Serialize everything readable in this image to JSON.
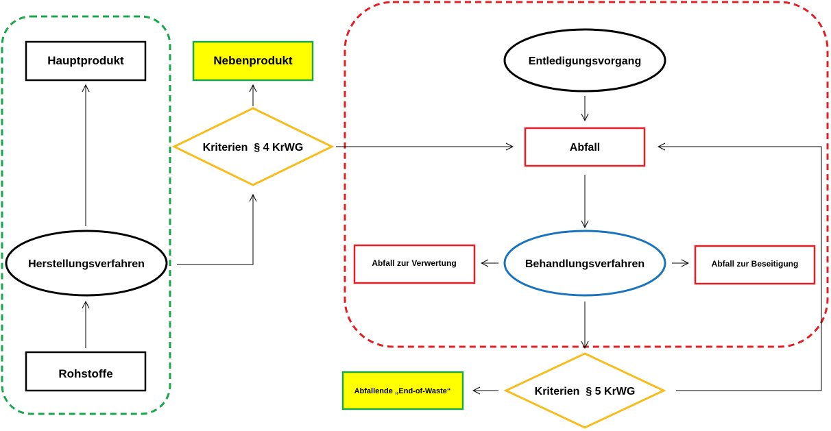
{
  "nodes": {
    "hauptprodukt": "Hauptprodukt",
    "nebenprodukt": "Nebenprodukt",
    "herstellungsverfahren": "Herstellungsverfahren",
    "rohstoffe": "Rohstoffe",
    "kriterien4": "Kriterien  § 4 KrWG",
    "entledigungsvorgang": "Entledigungsvorgang",
    "abfall": "Abfall",
    "behandlungsverfahren": "Behandlungsverfahren",
    "abfall_verwertung": "Abfall zur Verwertung",
    "abfall_beseitigung": "Abfall zur Beseitigung",
    "kriterien5": "Kriterien  § 5 KrWG",
    "end_of_waste": "Abfallende „End-of-Waste“"
  },
  "colors": {
    "green_region": "#1aa64a",
    "red_region": "#e31e24",
    "yellow_diamond": "#f6bd1c",
    "yellow_fill": "#ffff00",
    "red_box": "#e31e24",
    "blue_ellipse": "#1a74bd",
    "green_box": "#1aa64a",
    "black": "#000000"
  }
}
